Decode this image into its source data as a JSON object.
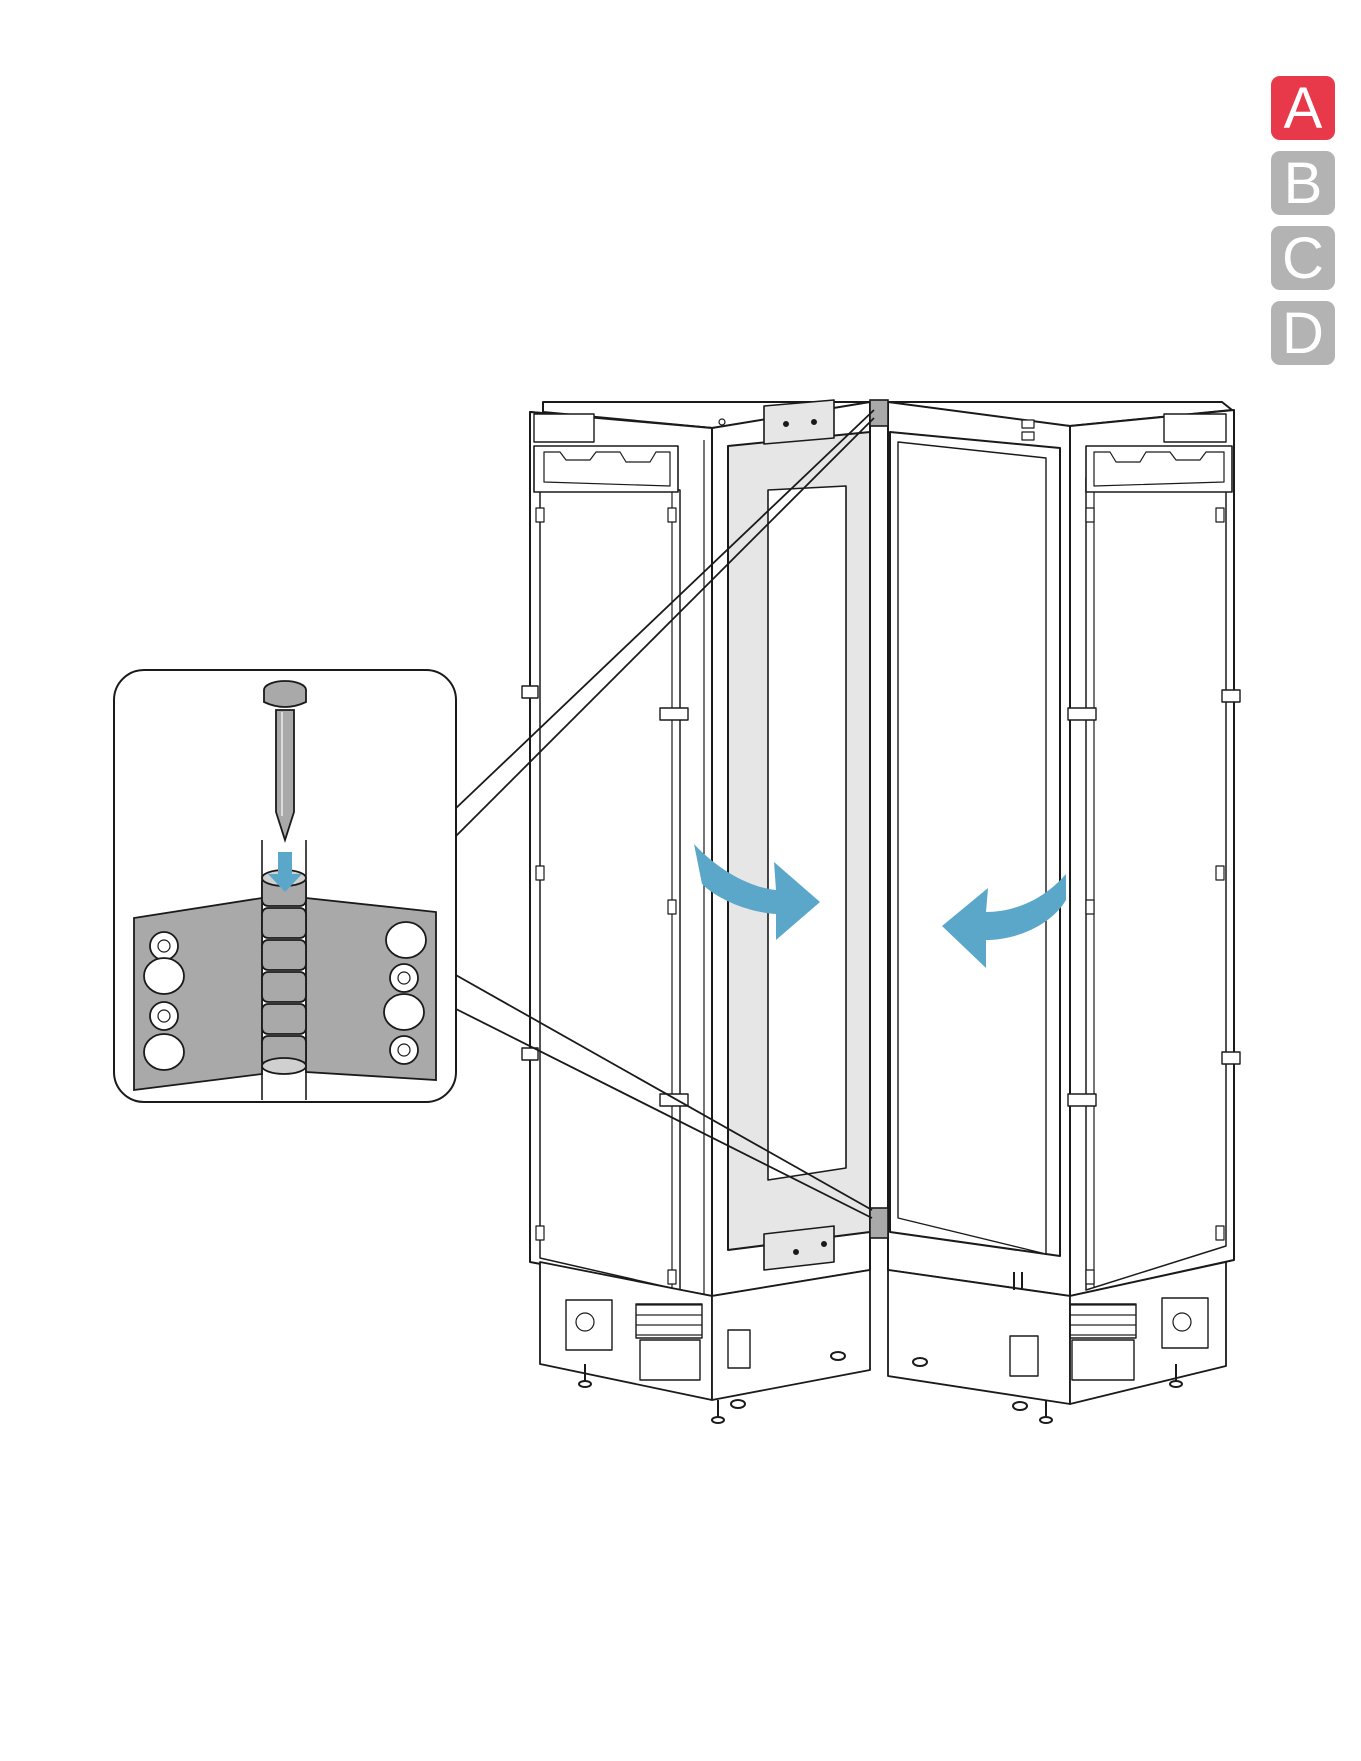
{
  "step_tabs": [
    {
      "label": "A",
      "active": true
    },
    {
      "label": "B",
      "active": false
    },
    {
      "label": "C",
      "active": false
    },
    {
      "label": "D",
      "active": false
    }
  ],
  "colors": {
    "active_tab": "#e8394a",
    "inactive_tab": "#b3b3b3",
    "arrow": "#5ba7c9",
    "hinge_plate": "#a9a9a9",
    "panel_fill": "#e6e6e6",
    "outline": "#1a1a1a"
  },
  "icons": {
    "left_door_arrow": "curved-arrow-right-icon",
    "right_door_arrow": "curved-arrow-left-icon",
    "pin_arrow": "arrow-down-icon"
  }
}
